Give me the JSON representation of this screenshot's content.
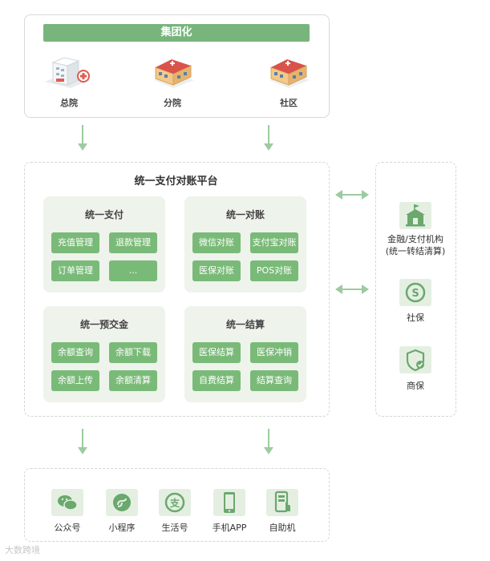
{
  "top": {
    "banner": "集团化",
    "hospitals": [
      "总院",
      "分院",
      "社区"
    ]
  },
  "platform": {
    "title": "统一支付对账平台",
    "groups": [
      {
        "title": "统一支付",
        "items": [
          "充值管理",
          "退款管理",
          "订单管理",
          "..."
        ]
      },
      {
        "title": "统一对账",
        "items": [
          "微信对账",
          "支付宝对账",
          "医保对账",
          "POS对账"
        ]
      },
      {
        "title": "统一预交金",
        "items": [
          "余额查询",
          "余额下载",
          "余额上传",
          "余额清算"
        ]
      },
      {
        "title": "统一结算",
        "items": [
          "医保结算",
          "医保冲销",
          "自费结算",
          "结算查询"
        ]
      }
    ]
  },
  "institutions": {
    "items": [
      {
        "label": "金融/支付机构\n(统一转结清算)",
        "icon": "bank-icon"
      },
      {
        "label": "社保",
        "icon": "social-security-icon"
      },
      {
        "label": "商保",
        "icon": "commercial-insurance-icon"
      }
    ]
  },
  "channels": {
    "items": [
      {
        "label": "公众号",
        "icon": "wechat-icon"
      },
      {
        "label": "小程序",
        "icon": "mini-program-icon"
      },
      {
        "label": "生活号",
        "icon": "alipay-icon"
      },
      {
        "label": "手机APP",
        "icon": "mobile-app-icon"
      },
      {
        "label": "自助机",
        "icon": "kiosk-icon"
      }
    ]
  },
  "watermark": "大数跨境",
  "colors": {
    "accent": "#78b57c",
    "button": "#7aba78",
    "group_bg": "#eef3ec",
    "arrow": "#9dcba0"
  }
}
